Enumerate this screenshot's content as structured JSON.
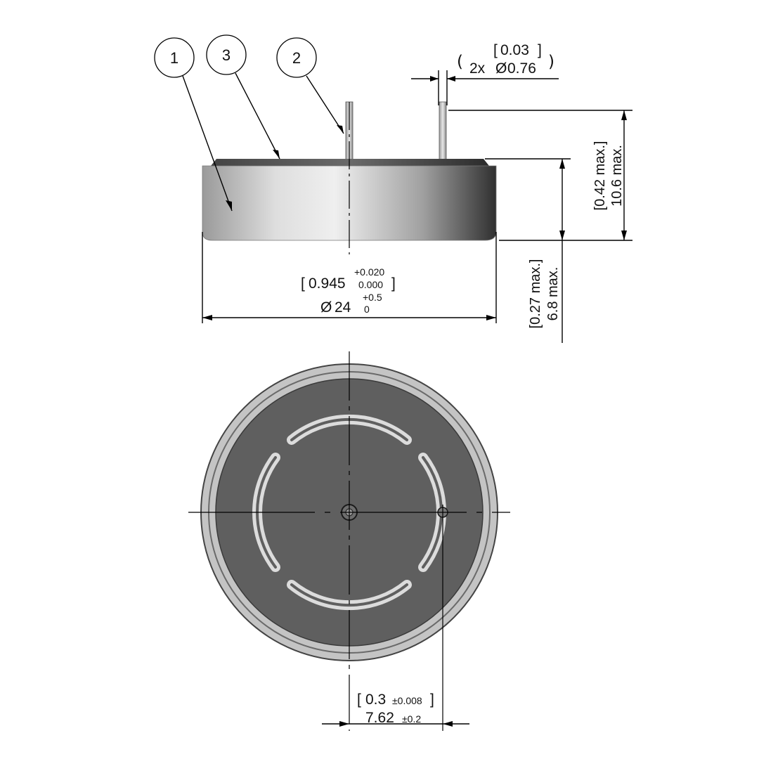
{
  "callouts": [
    {
      "number": "1"
    },
    {
      "number": "3"
    },
    {
      "number": "2"
    }
  ],
  "dims": {
    "pin": {
      "inch": "0.03",
      "mm_prefix": "2x",
      "mm_symbol": "Ø",
      "mm_value": "0.76"
    },
    "height_total": {
      "inch": "0.42 max.",
      "mm": "10.6 max."
    },
    "height_body": {
      "inch": "0.27 max.",
      "mm": "6.8 max."
    },
    "diameter": {
      "inch": "0.945",
      "inch_tol_upper": "+0.020",
      "inch_tol_lower": "0.000",
      "mm_symbol": "Ø",
      "mm": "24",
      "mm_tol_upper": "+0.5",
      "mm_tol_lower": "0"
    },
    "pin_offset": {
      "inch": "0.3",
      "inch_tol": "±0.008",
      "mm": "7.62",
      "mm_tol": "±0.2"
    }
  },
  "colors": {
    "body_light": "#d6d6d6",
    "body_dark": "#4a4a4a",
    "face_gray": "#5f5f5f",
    "rim_gray": "#c4c4c4",
    "line": "#000000"
  }
}
